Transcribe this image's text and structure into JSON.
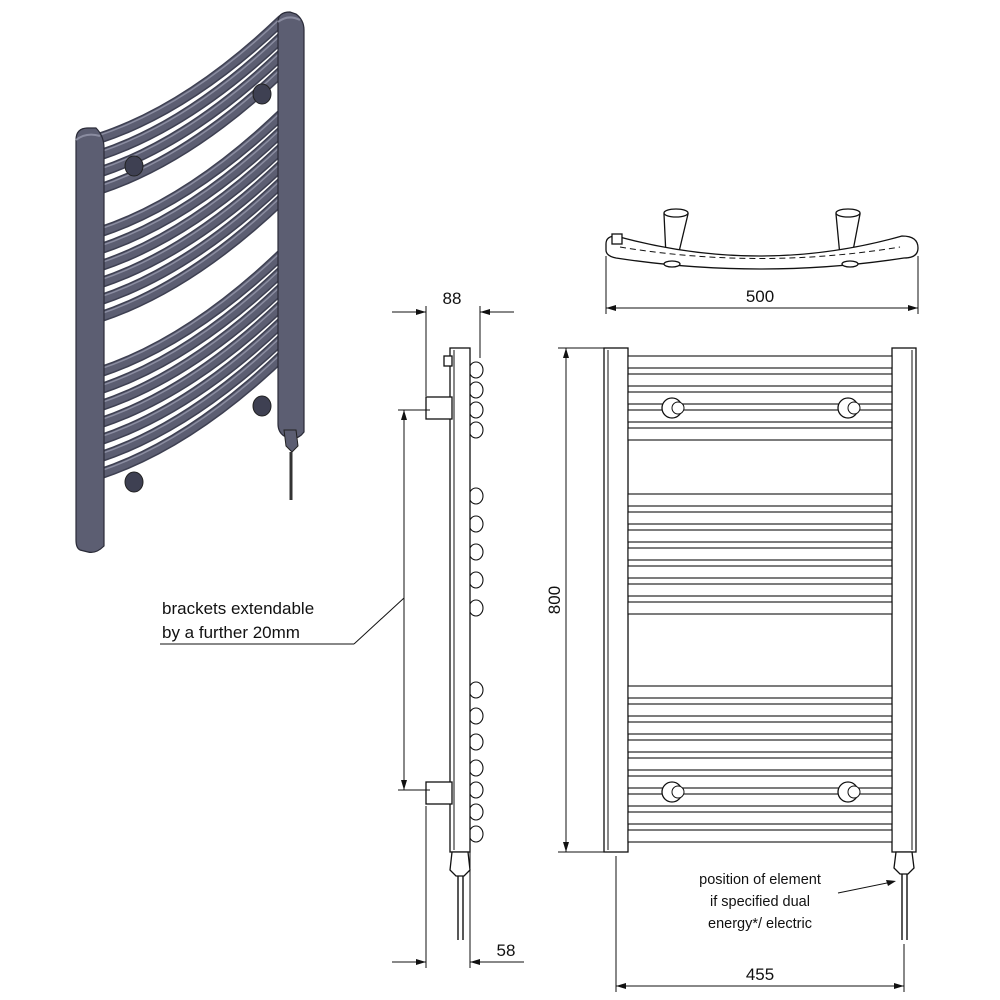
{
  "colors": {
    "line": "#111111",
    "rail_fill": "#5c5e72",
    "rail_shade": "#3e4052",
    "rail_highlight": "#8a8ca0",
    "background": "#ffffff"
  },
  "dimensions": {
    "side_depth": "88",
    "side_wall_gap": "58",
    "top_width": "500",
    "front_height": "800",
    "front_centres": "455"
  },
  "notes": {
    "brackets_line1": "brackets extendable",
    "brackets_line2": "by a further 20mm",
    "element_line1": "position of element",
    "element_line2": "if specified dual",
    "element_line3": "energy*/ electric"
  }
}
